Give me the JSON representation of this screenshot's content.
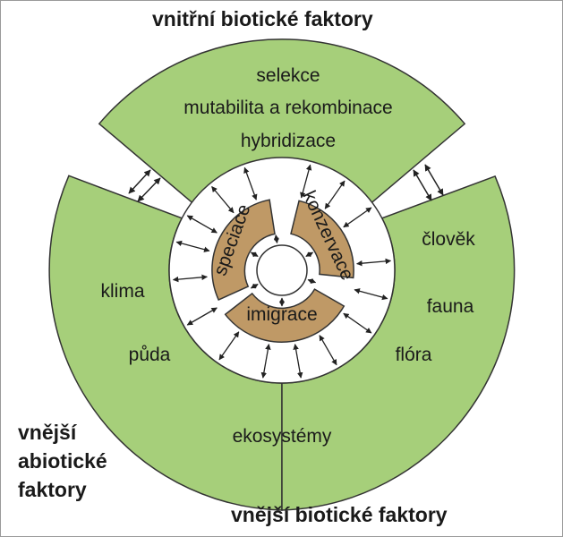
{
  "titles": {
    "inner_biotic": "vnitřní biotické faktory",
    "outer_abiotic_line1": "vnější",
    "outer_abiotic_line2": "abiotické",
    "outer_abiotic_line3": "faktory",
    "outer_biotic": "vnější biotické faktory"
  },
  "inner_biotic_factors": [
    "selekce",
    "mutabilita a rekombinace",
    "hybridizace"
  ],
  "outer_abiotic_factors": [
    "klima",
    "půda"
  ],
  "outer_biotic_factors": [
    "člověk",
    "fauna",
    "flóra"
  ],
  "shared_factor": "ekosystémy",
  "core_processes": [
    "speciace",
    "konzervace",
    "imigrace"
  ],
  "colors": {
    "sector_fill": "#a6cf7a",
    "core_fill": "#bf9966",
    "outline": "#333333",
    "background": "#ffffff"
  }
}
